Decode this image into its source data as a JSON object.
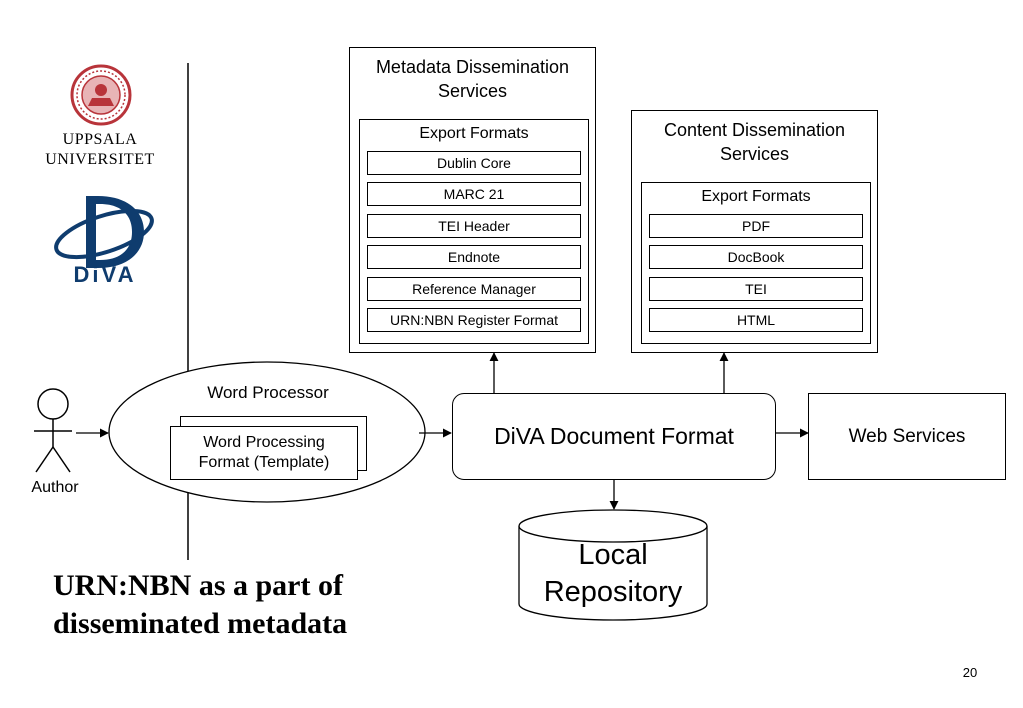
{
  "logos": {
    "university": [
      "UPPSALA",
      "UNIVERSITET"
    ],
    "diva_wordmark": "DiVA",
    "seal_color": "#b8343a",
    "diva_color": "#0f3c6e"
  },
  "metadata_services": {
    "title": [
      "Metadata Dissemination",
      "Services"
    ],
    "formats_title": "Export Formats",
    "formats": [
      "Dublin Core",
      "MARC 21",
      "TEI Header",
      "Endnote",
      "Reference Manager",
      "URN:NBN Register Format"
    ]
  },
  "content_services": {
    "title": [
      "Content Dissemination",
      "Services"
    ],
    "formats_title": "Export Formats",
    "formats": [
      "PDF",
      "DocBook",
      "TEI",
      "HTML"
    ]
  },
  "author_label": "Author",
  "word_processor": {
    "label": "Word Processor",
    "template": [
      "Word Processing",
      "Format (Template)"
    ]
  },
  "diva_format": "DiVA Document Format",
  "web_services": "Web Services",
  "repository": [
    "Local",
    "Repository"
  ],
  "caption": [
    "URN:NBN as a part of",
    "disseminated metadata"
  ],
  "page_number": "20"
}
